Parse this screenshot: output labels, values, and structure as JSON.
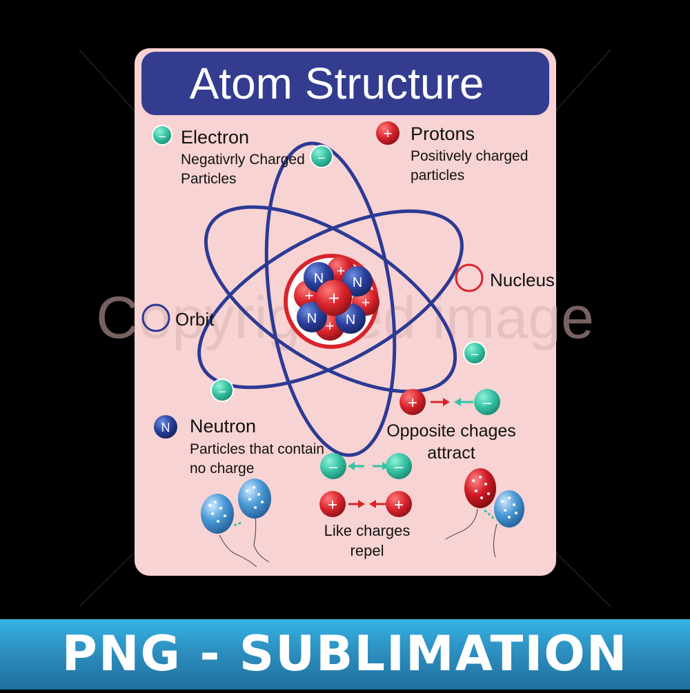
{
  "title": "Atom Structure",
  "watermark": "Copyrighted image",
  "electron": {
    "name": "Electron",
    "desc_line1": "Negativrly Charged",
    "desc_line2": "Particles"
  },
  "protons": {
    "name": "Protons",
    "desc_line1": "Positively charged",
    "desc_line2": "particles"
  },
  "nucleus": {
    "label": "Nucleus"
  },
  "orbit": {
    "label": "Orbit"
  },
  "neutron": {
    "name": "Neutron",
    "desc_line1": "Particles that contain",
    "desc_line2": "no charge"
  },
  "opposite": {
    "line1": "Opposite chages",
    "line2": "attract"
  },
  "like": {
    "line1": "Like charges",
    "line2": "repel"
  },
  "glyphs": {
    "minus": "–",
    "plus": "+",
    "neutron": "N"
  },
  "banner": "PNG - SUBLIMATION",
  "colors": {
    "background": "#000000",
    "card": "#f8d3d3",
    "header": "#333c8f",
    "orbit": "#2c3a94",
    "electron": "#35c2a3",
    "proton": "#d8242c",
    "neutron": "#2a3f9c",
    "balloon_blue": "#4a9ad6",
    "balloon_red": "#d11a24"
  }
}
